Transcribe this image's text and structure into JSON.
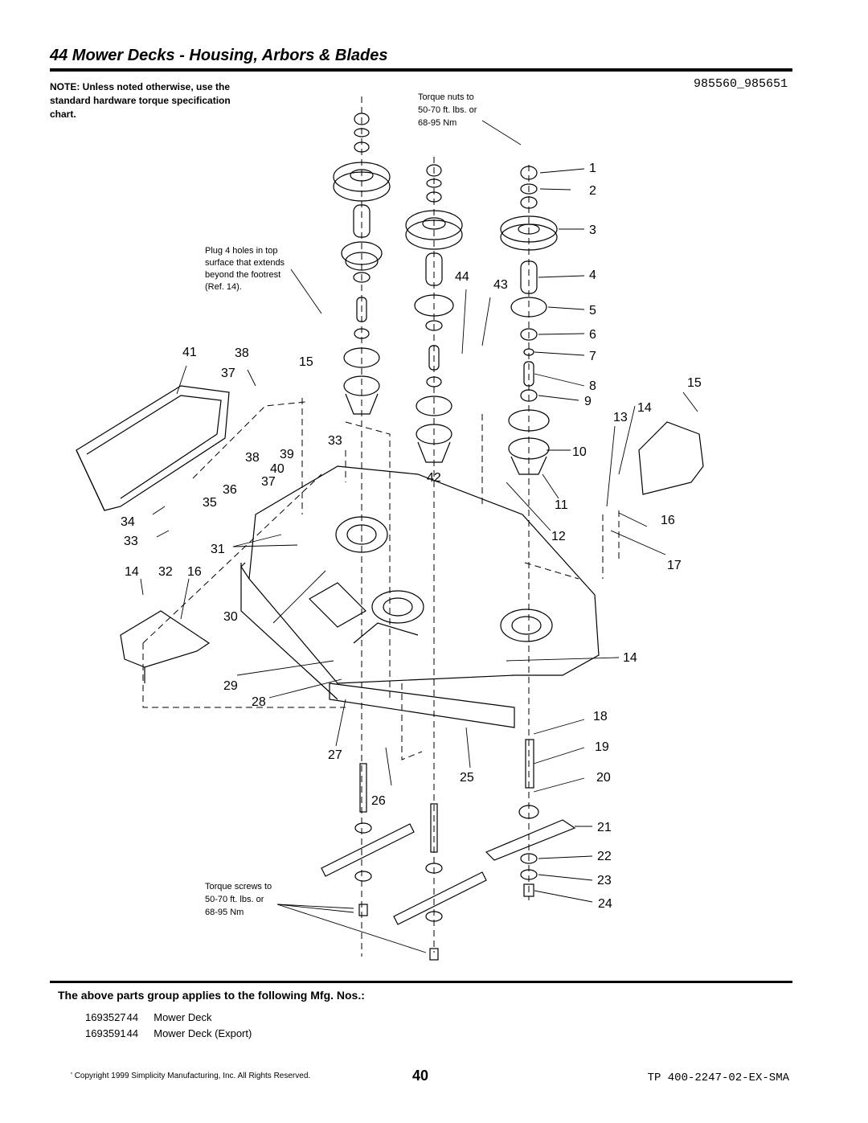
{
  "header": {
    "title": "44 Mower Decks - Housing, Arbors & Blades",
    "diagram_id": "985560_985651"
  },
  "notes": {
    "general": "NOTE: Unless noted otherwise, use the standard hardware torque specification chart.",
    "torque_nuts": [
      "Torque nuts to",
      "50-70 ft. lbs. or",
      "68-95 Nm"
    ],
    "plug_holes": [
      "Plug 4 holes in top",
      "surface that extends",
      "beyond the footrest",
      "(Ref. 14)."
    ],
    "torque_screws": [
      "Torque screws to",
      "50-70 ft. lbs. or",
      "68-95 Nm"
    ]
  },
  "callouts": [
    "1",
    "2",
    "3",
    "4",
    "5",
    "6",
    "7",
    "8",
    "9",
    "10",
    "11",
    "12",
    "13",
    "14",
    "14",
    "14",
    "15",
    "15",
    "16",
    "16",
    "17",
    "18",
    "19",
    "20",
    "21",
    "22",
    "23",
    "24",
    "25",
    "26",
    "27",
    "28",
    "29",
    "30",
    "31",
    "32",
    "33",
    "33",
    "34",
    "35",
    "36",
    "37",
    "37",
    "38",
    "38",
    "39",
    "40",
    "41",
    "42",
    "43",
    "44"
  ],
  "applies_heading": "The above parts group applies to the following Mfg. Nos.:",
  "mfg_numbers": [
    {
      "number": "1693527",
      "size": "44",
      "description": "Mower Deck"
    },
    {
      "number": "1693591",
      "size": "44",
      "description": "Mower Deck (Export)"
    }
  ],
  "footer": {
    "copyright": "' Copyright 1999 Simplicity Manufacturing, Inc. All Rights Reserved.",
    "page_number": "40",
    "doc_code": "TP 400-2247-02-EX-SMA"
  }
}
